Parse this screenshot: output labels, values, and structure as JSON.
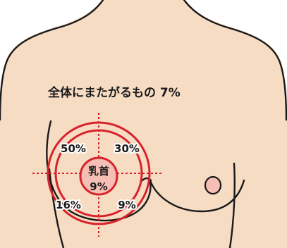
{
  "diagram": {
    "overall_label": "全体にまたがるもの 7%",
    "quadrants": {
      "upper_outer": "50%",
      "upper_inner": "30%",
      "lower_outer": "16%",
      "lower_inner": "9%"
    },
    "nipple_label": "乳首",
    "nipple_value": "9%"
  },
  "colors": {
    "skin": "#f7dcc4",
    "outline": "#1a1a1a",
    "accent_red": "#d8222b",
    "nipple_fill": "#f6bfb6",
    "background": "#ffffff"
  }
}
